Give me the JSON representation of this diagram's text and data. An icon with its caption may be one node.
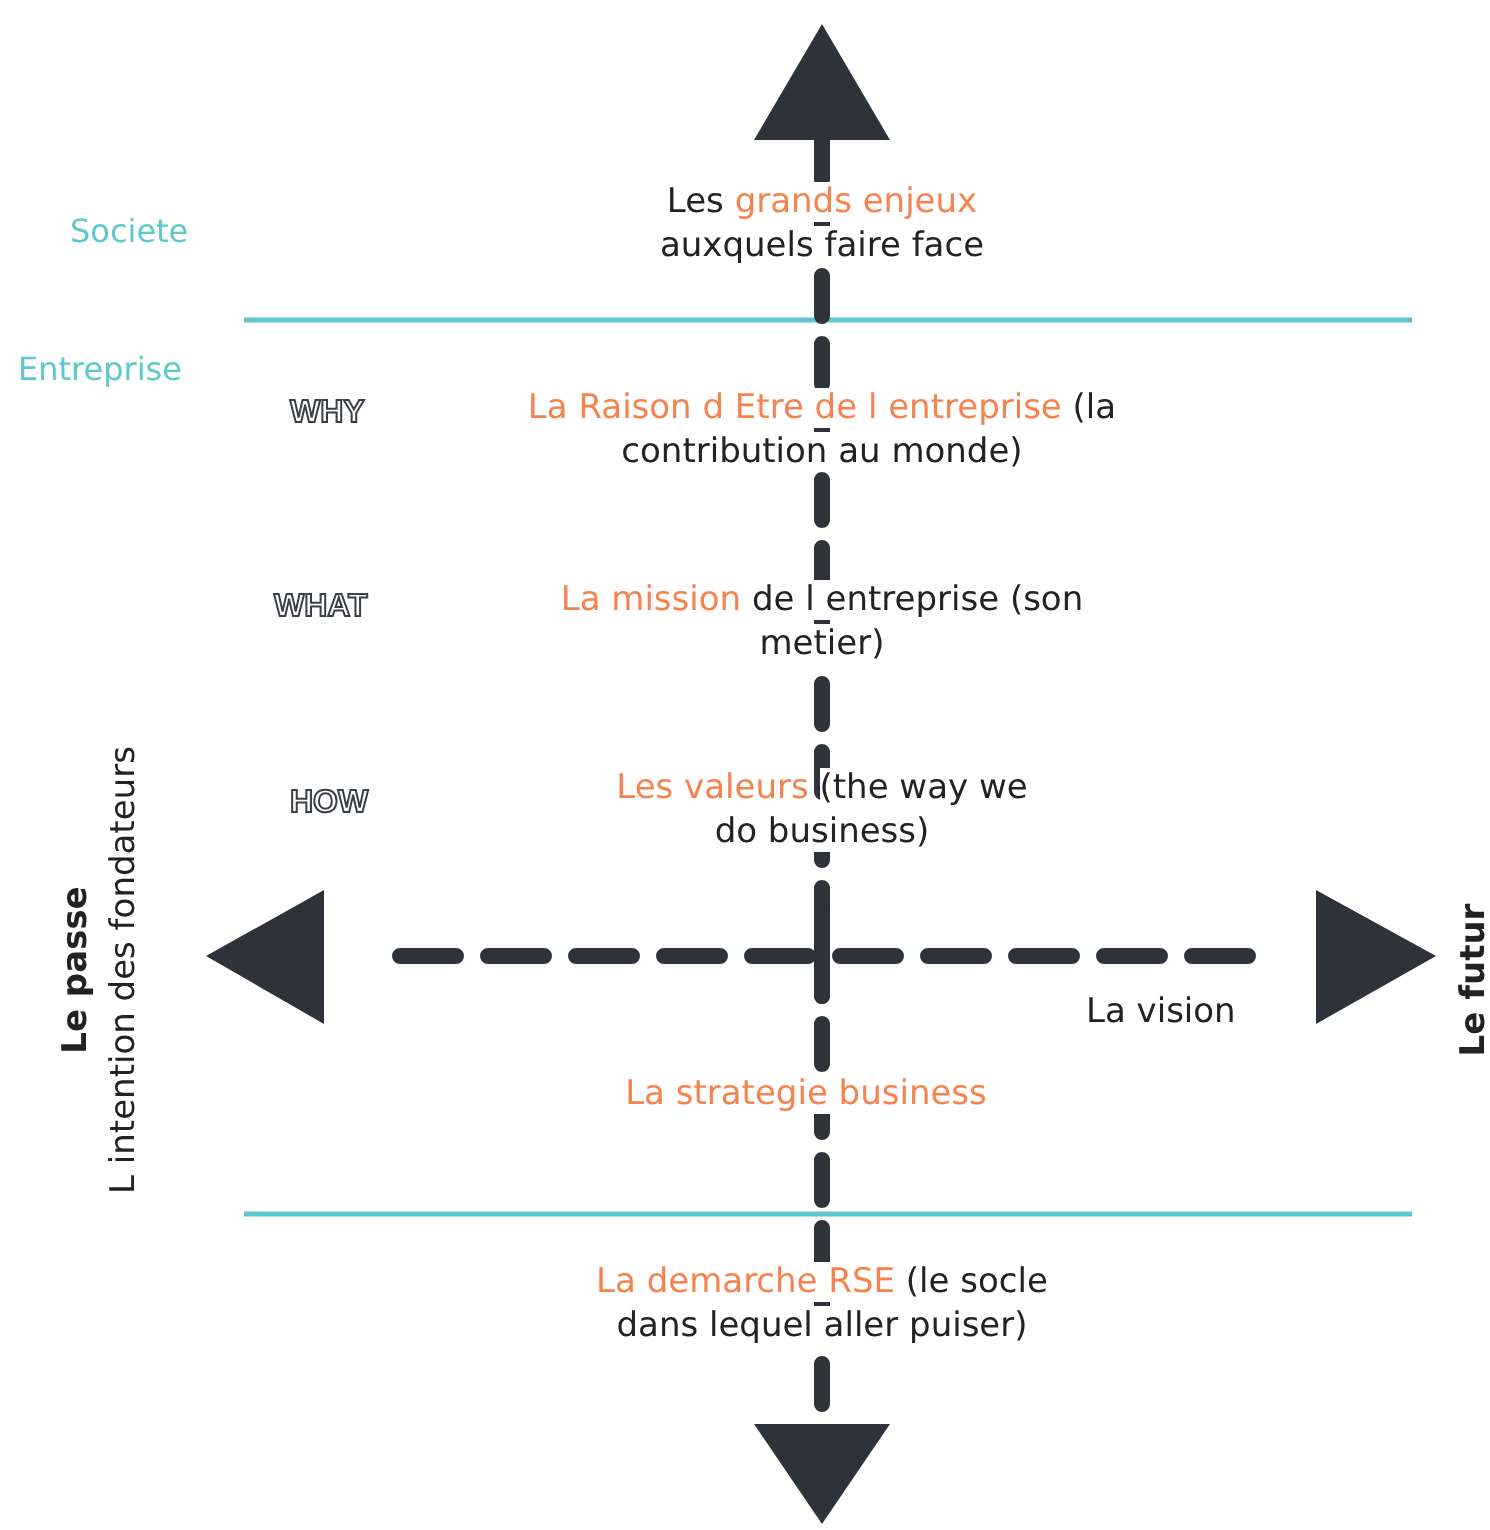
{
  "diagram": {
    "nodes": [
      {
        "text": [
          "Les",
          "grands enjeux",
          "auxquels faire face"
        ]
      },
      {
        "text": [
          "La Raison d Etre de l entreprise",
          "(la contribution au monde)"
        ]
      },
      {
        "text": [
          "La mission",
          "de l entreprise (son metier)"
        ]
      },
      {
        "text": [
          "Les valeurs",
          "(the way we do business)"
        ]
      },
      {
        "text": [
          "La strategie business"
        ]
      },
      {
        "text": [
          "La demarche RSE",
          "(le socle dans lequel aller puiser)"
        ]
      }
    ],
    "labels": [
      "Societe",
      "Entreprise",
      "WHY",
      "WHAT",
      "HOW",
      "Le passe",
      "L intention des fondateurs",
      "La vision",
      "Le futur"
    ]
  }
}
